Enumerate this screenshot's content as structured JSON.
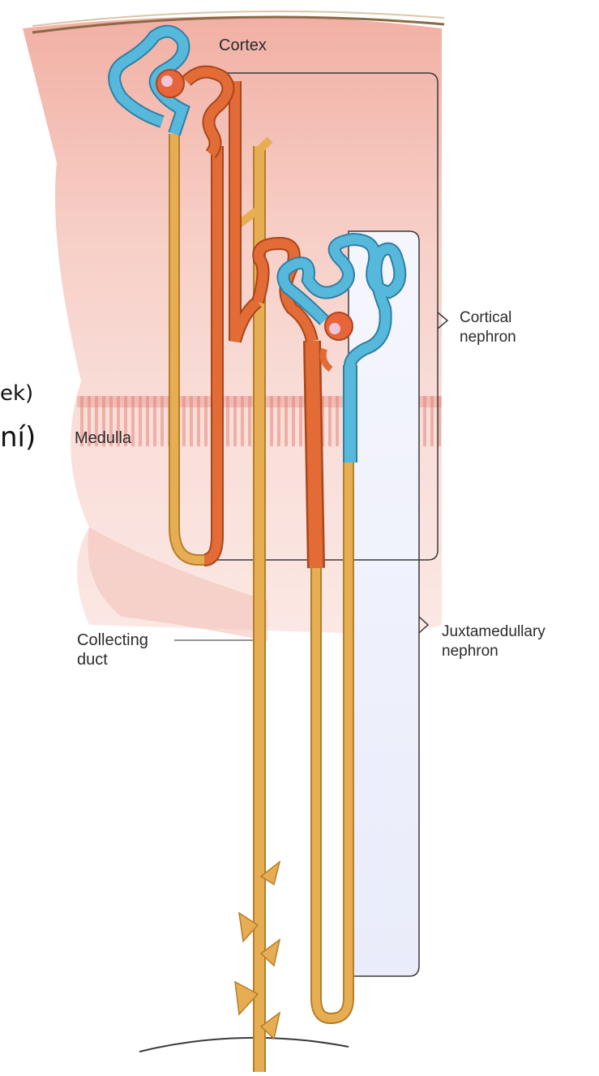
{
  "labels": {
    "cortex": "Cortex",
    "cortical_line1": "Cortical",
    "cortical_line2": "nephron",
    "medulla": "Medulla",
    "juxta_line1": "Juxtamedullary",
    "juxta_line2": "nephron",
    "collecting_line1": "Collecting",
    "collecting_line2": "duct"
  },
  "cropped_text": {
    "line1": "ek)",
    "line2": "ní)"
  },
  "colors": {
    "cortex_tissue": "#f2b3a8",
    "medulla_stripes": "#e48a80",
    "capsule_line": "#8a6a45",
    "collecting_duct": "#e6ad52",
    "loop_orange": "#e36b35",
    "loop_blue": "#56b9dc",
    "glomerulus": "#e8653a",
    "bracket_line": "#3a3a3a",
    "juxta_region": "#eef0fb"
  },
  "icons": [
    "glomerulus-icon-cortical",
    "glomerulus-icon-juxtamedullary"
  ]
}
